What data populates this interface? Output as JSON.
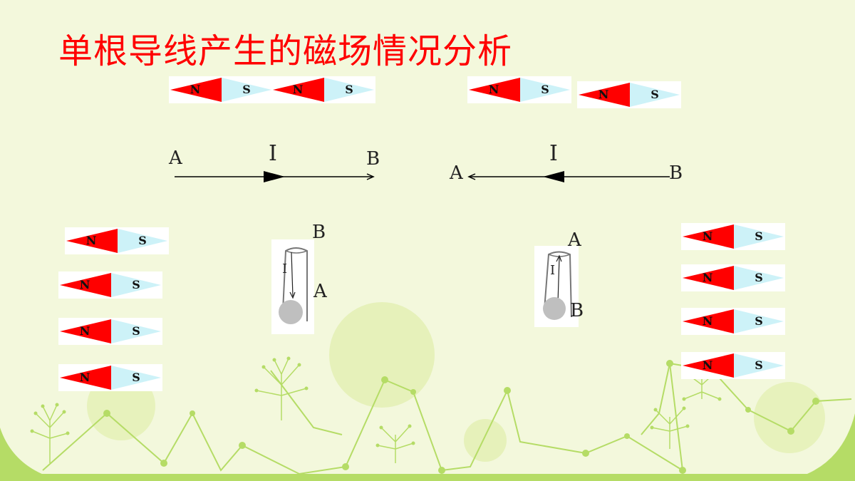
{
  "title": "单根导线产生的磁场情况分析",
  "needle_labels": {
    "n": "N",
    "s": "S"
  },
  "colors": {
    "title": "#ff0000",
    "north": "#ff0000",
    "south": "#cdf2f8",
    "background": "#f3f8dc",
    "decor": "#b5dc66"
  },
  "wire_left": {
    "a": "A",
    "current": "I",
    "b": "B"
  },
  "wire_right": {
    "a": "A",
    "current": "I",
    "b": "B"
  },
  "coil_left": {
    "current": "I",
    "top": "B",
    "bottom": "A"
  },
  "coil_right": {
    "current": "I",
    "top": "A",
    "bottom": "B"
  }
}
